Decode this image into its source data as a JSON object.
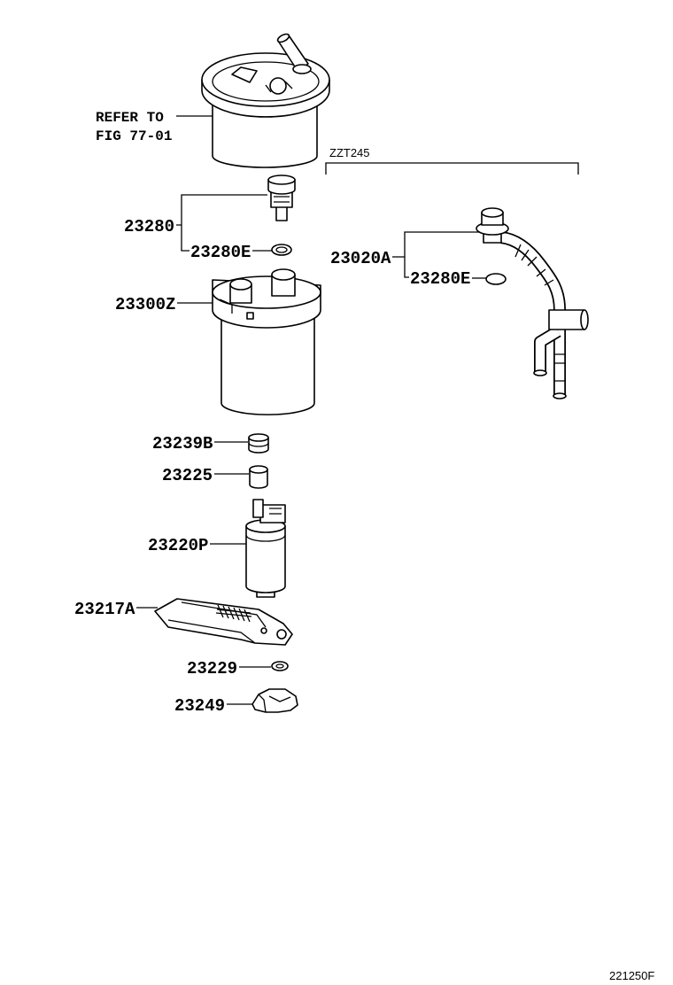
{
  "note": {
    "line1": "REFER TO",
    "line2": "FIG 77-01"
  },
  "variant": "ZZT245",
  "parts": {
    "p23280": "23280",
    "p23280e_left": "23280E",
    "p23300z": "23300Z",
    "p23020a": "23020A",
    "p23280e_right": "23280E",
    "p23239b": "23239B",
    "p23225": "23225",
    "p23220p": "23220P",
    "p23217a": "23217A",
    "p23229": "23229",
    "p23249": "23249"
  },
  "diagram_id": "221250F"
}
